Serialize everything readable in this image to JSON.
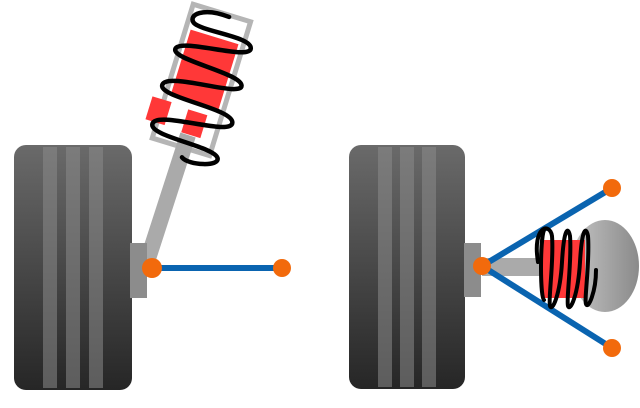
{
  "colors": {
    "background": "#ffffff",
    "tire_dark": "#2a2a2a",
    "tire_light": "#6a6a6a",
    "tread": "#8a8a8a",
    "hub": "#8c8c8c",
    "strut": "#aaaaaa",
    "strut_housing": "#bdbdbd",
    "damper": "#ff3a3a",
    "spring": "#000000",
    "arm": "#0a64b0",
    "joint": "#f26a0c",
    "mount": "#9a9a9a"
  },
  "diagrams": [
    {
      "kind": "macpherson-strut",
      "parts": [
        "tire",
        "hub",
        "strut",
        "coil-spring",
        "damper",
        "lower-arm",
        "ball-joint",
        "inner-pivot"
      ]
    },
    {
      "kind": "double-wishbone",
      "parts": [
        "tire",
        "hub",
        "upper-arm",
        "lower-arm",
        "coil-spring",
        "damper",
        "chassis-mount",
        "pivot-joints"
      ]
    }
  ]
}
